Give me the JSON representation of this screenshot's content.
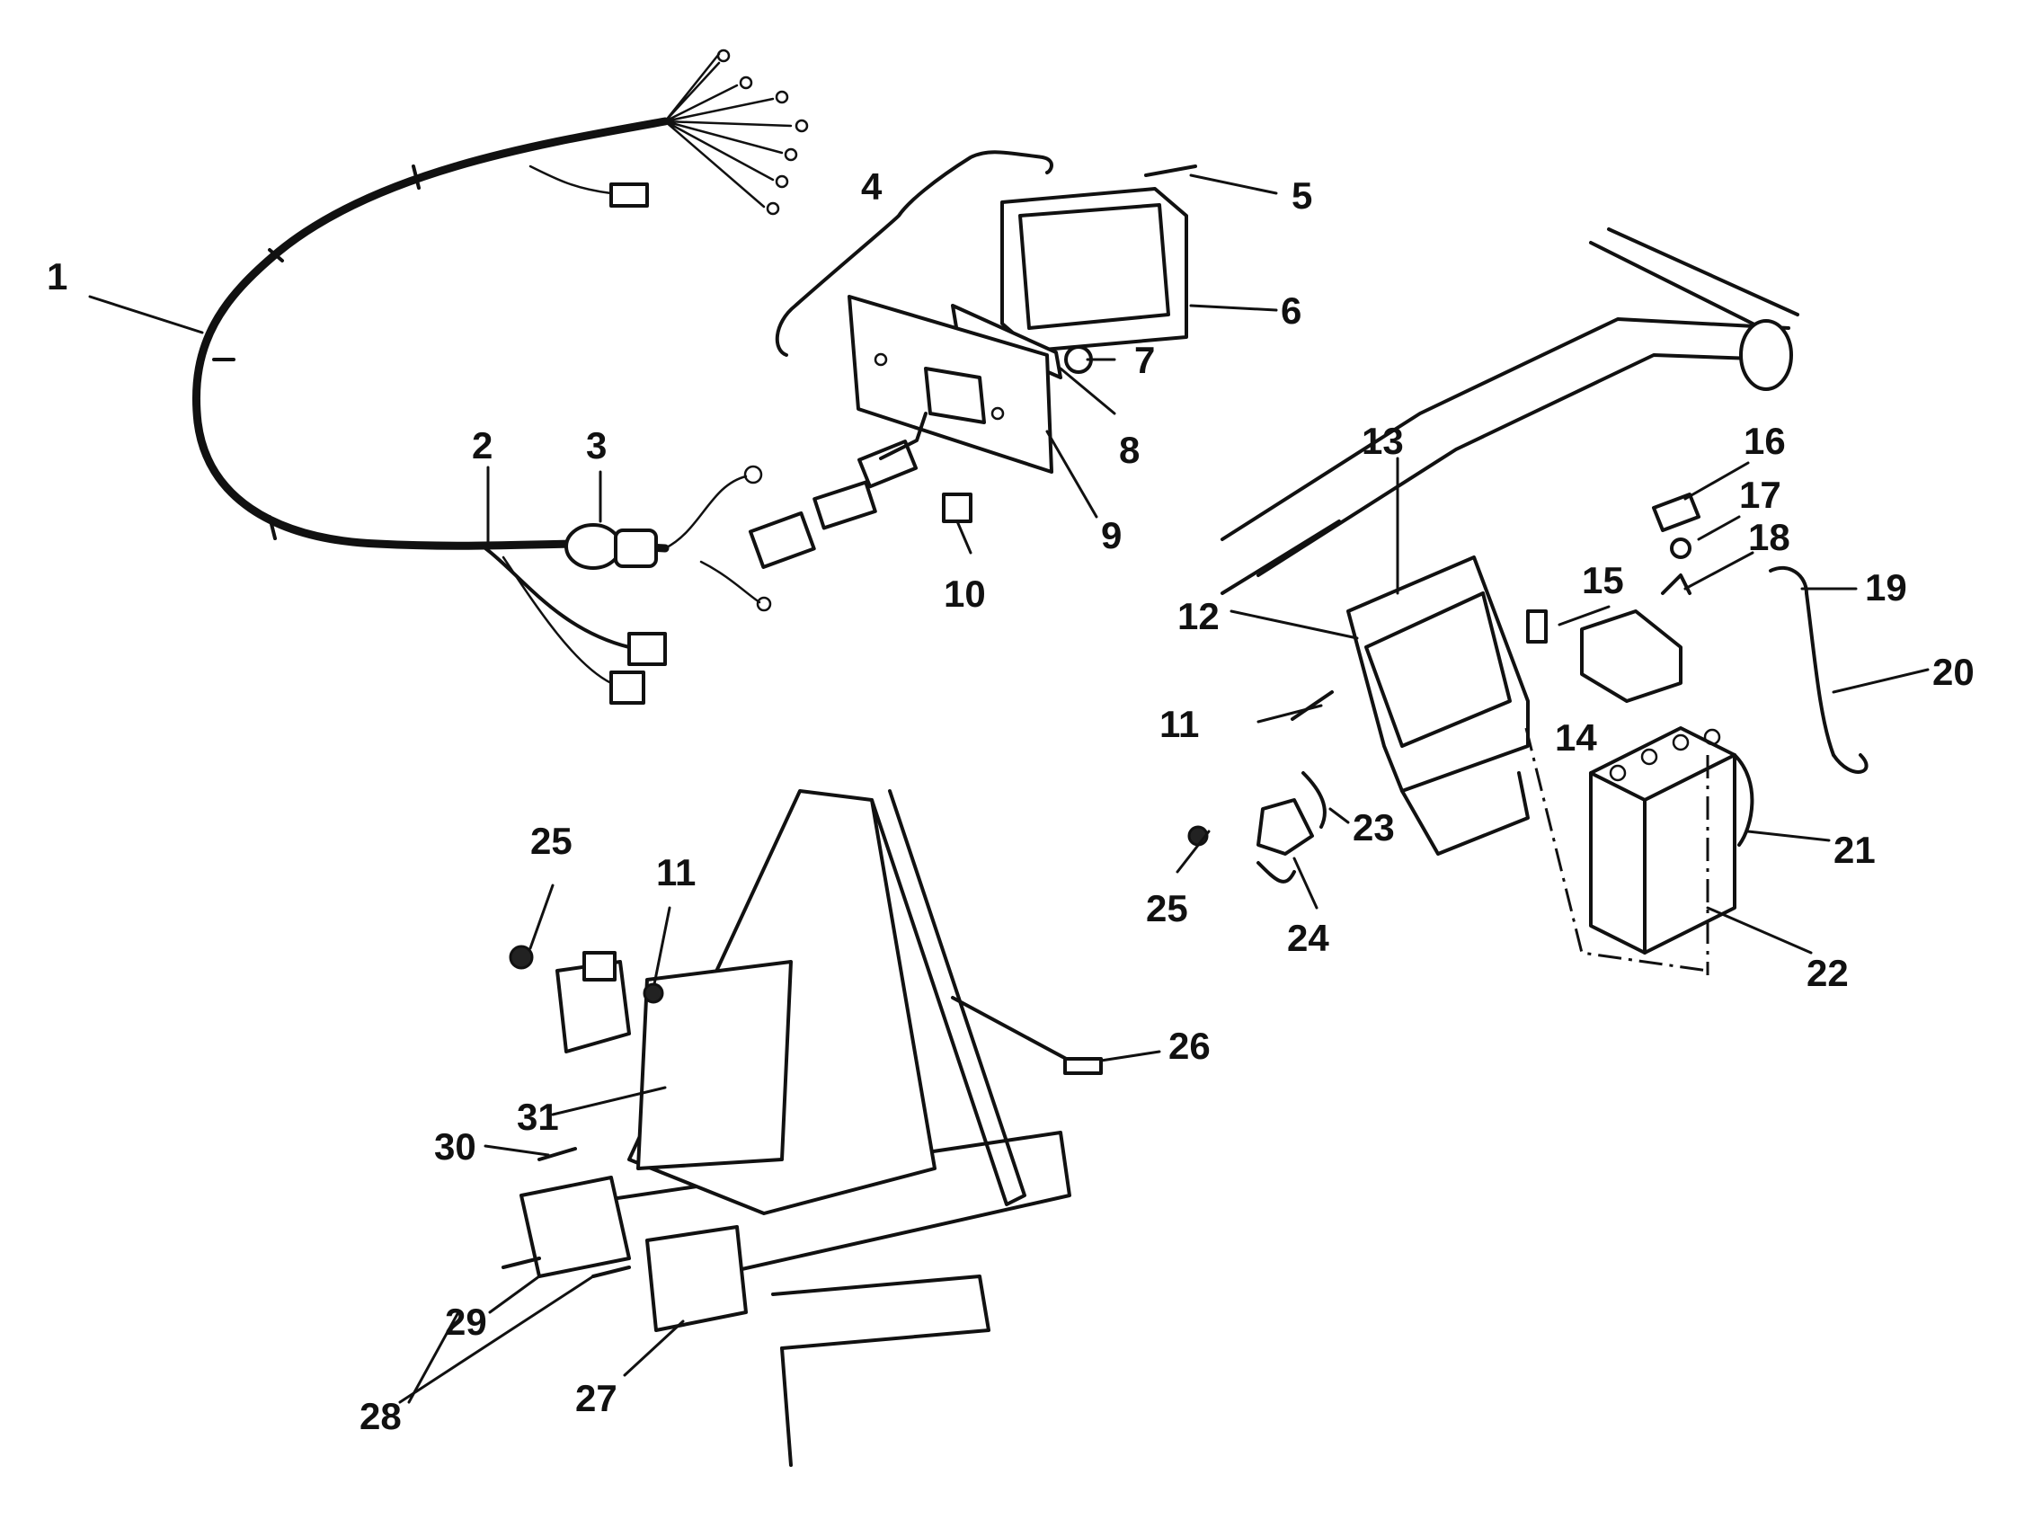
{
  "callouts": {
    "c1": "1",
    "c2": "2",
    "c3": "3",
    "c4": "4",
    "c5": "5",
    "c6": "6",
    "c7": "7",
    "c8": "8",
    "c9": "9",
    "c10": "10",
    "c11a": "11",
    "c11b": "11",
    "c12": "12",
    "c13": "13",
    "c14": "14",
    "c15": "15",
    "c16": "16",
    "c17": "17",
    "c18": "18",
    "c19": "19",
    "c20": "20",
    "c21": "21",
    "c22": "22",
    "c23": "23",
    "c24": "24",
    "c25a": "25",
    "c25b": "25",
    "c26": "26",
    "c27": "27",
    "c28": "28",
    "c29": "29",
    "c30": "30",
    "c31": "31"
  }
}
